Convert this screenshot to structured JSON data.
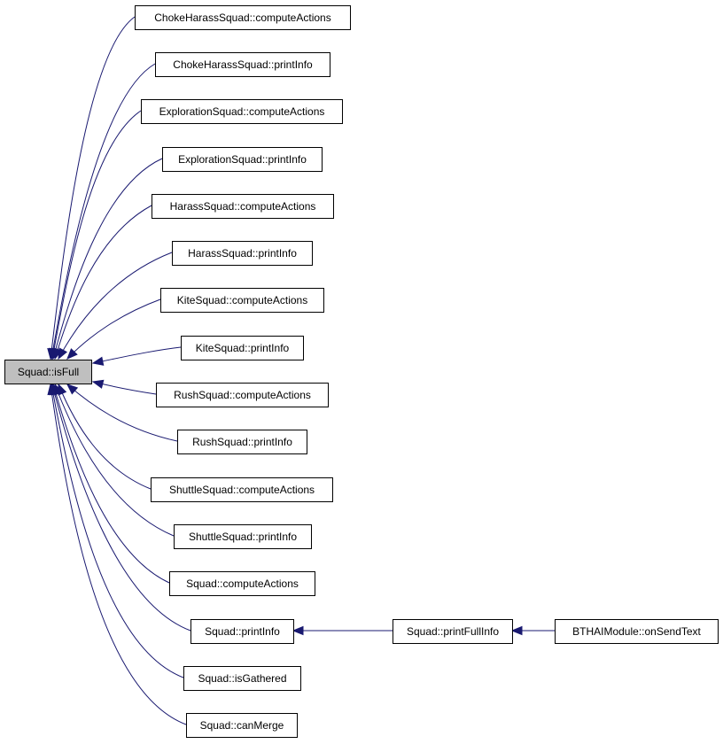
{
  "graph": {
    "edge_color": "#191970",
    "root_fill": "#bfbfbf",
    "node_fill": "#ffffff",
    "root": {
      "id": "root",
      "label": "Squad::isFull"
    },
    "nodes": [
      {
        "id": "n0",
        "label": "ChokeHarassSquad::computeActions"
      },
      {
        "id": "n1",
        "label": "ChokeHarassSquad::printInfo"
      },
      {
        "id": "n2",
        "label": "ExplorationSquad::computeActions"
      },
      {
        "id": "n3",
        "label": "ExplorationSquad::printInfo"
      },
      {
        "id": "n4",
        "label": "HarassSquad::computeActions"
      },
      {
        "id": "n5",
        "label": "HarassSquad::printInfo"
      },
      {
        "id": "n6",
        "label": "KiteSquad::computeActions"
      },
      {
        "id": "n7",
        "label": "KiteSquad::printInfo"
      },
      {
        "id": "n8",
        "label": "RushSquad::computeActions"
      },
      {
        "id": "n9",
        "label": "RushSquad::printInfo"
      },
      {
        "id": "n10",
        "label": "ShuttleSquad::computeActions"
      },
      {
        "id": "n11",
        "label": "ShuttleSquad::printInfo"
      },
      {
        "id": "n12",
        "label": "Squad::computeActions"
      },
      {
        "id": "n13",
        "label": "Squad::printInfo"
      },
      {
        "id": "n14",
        "label": "Squad::isGathered"
      },
      {
        "id": "n15",
        "label": "Squad::canMerge"
      },
      {
        "id": "n16",
        "label": "Squad::printFullInfo"
      },
      {
        "id": "n17",
        "label": "BTHAIModule::onSendText"
      }
    ],
    "edges": [
      {
        "from": "n0",
        "to": "root"
      },
      {
        "from": "n1",
        "to": "root"
      },
      {
        "from": "n2",
        "to": "root"
      },
      {
        "from": "n3",
        "to": "root"
      },
      {
        "from": "n4",
        "to": "root"
      },
      {
        "from": "n5",
        "to": "root"
      },
      {
        "from": "n6",
        "to": "root"
      },
      {
        "from": "n7",
        "to": "root"
      },
      {
        "from": "n8",
        "to": "root"
      },
      {
        "from": "n9",
        "to": "root"
      },
      {
        "from": "n10",
        "to": "root"
      },
      {
        "from": "n11",
        "to": "root"
      },
      {
        "from": "n12",
        "to": "root"
      },
      {
        "from": "n13",
        "to": "root"
      },
      {
        "from": "n14",
        "to": "root"
      },
      {
        "from": "n15",
        "to": "root"
      },
      {
        "from": "n16",
        "to": "n13"
      },
      {
        "from": "n17",
        "to": "n16"
      }
    ]
  }
}
